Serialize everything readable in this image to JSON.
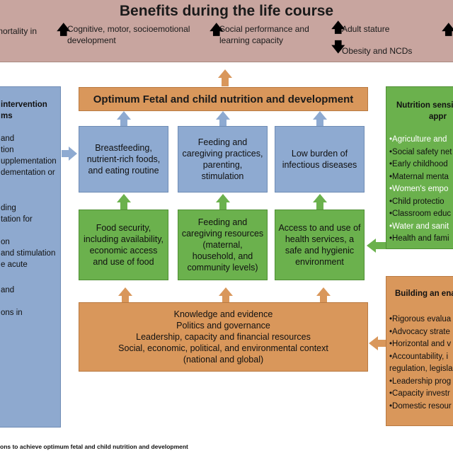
{
  "benefits": {
    "title": "Benefits during the life course",
    "items": [
      "mortality in",
      "Cognitive, motor, socioemotional development",
      "Social performance and learning capacity",
      "Adult stature",
      "Obesity and NCDs"
    ]
  },
  "left_panel": {
    "lines": [
      "intervention",
      "ms",
      "and",
      "tion",
      "upplementation",
      "dementation or",
      "ding",
      "tation for",
      "on",
      "and stimulation",
      "e acute",
      "and",
      "ons in"
    ]
  },
  "optimum": "Optimum Fetal and child nutrition and development",
  "blue_boxes": [
    "Breastfeeding, nutrient-rich foods, and eating routine",
    "Feeding and caregiving practices, parenting, stimulation",
    "Low burden of infectious diseases"
  ],
  "green_boxes": [
    "Food security, including availability, economic access and use of food",
    "Feeding and caregiving resources (maternal, household, and community levels)",
    "Access to and use of health services, a safe and hygienic environment"
  ],
  "knowledge": [
    "Knowledge and evidence",
    "Politics and governance",
    "Leadership, capacity and financial resources",
    "Social, economic, political, and environmental context",
    "(national and global)"
  ],
  "right_top": {
    "title": [
      "Nutrition sensi",
      "appr"
    ],
    "items": [
      "•Agriculture and",
      "•Social safety net",
      "•Early childhood",
      "•Maternal menta",
      "•Women's empo",
      "•Child protectio",
      "•Classroom educ",
      "•Water and sanit",
      "•Health and fami"
    ]
  },
  "right_bottom": {
    "title": "Building an ena",
    "items": [
      "•Rigorous evalua",
      "•Advocacy strate",
      "•Horizontal and v",
      "•Accountability, i",
      "regulation, legisla",
      "•Leadership prog",
      "•Capacity investr",
      "•Domestic resour"
    ]
  },
  "caption": "ons to achieve optimum fetal and child nutrition and development",
  "colors": {
    "benefits_bg": "#c8a59f",
    "blue": "#8eaad1",
    "green": "#6bb14d",
    "orange": "#d9975b",
    "arrow_blue": "#8eaad1",
    "arrow_green": "#6bb14d",
    "arrow_orange": "#d9975b"
  }
}
